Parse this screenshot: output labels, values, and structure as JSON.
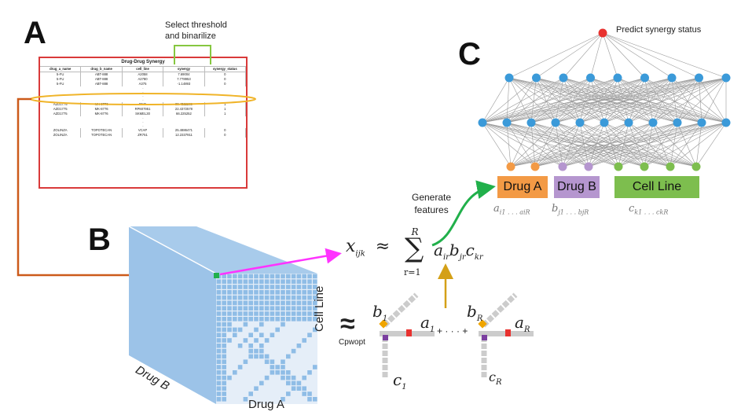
{
  "panels": {
    "a": "A",
    "b": "B",
    "c": "C"
  },
  "panel_a": {
    "note": [
      "Select threshold",
      "and binarilize"
    ],
    "table_title": "Drug-Drug Synergy",
    "columns": [
      "drug_a_name",
      "drug_b_name",
      "cell_line",
      "synergy",
      "synergy_status"
    ],
    "rows_top": [
      [
        "5-FU",
        "ABT-888",
        "A2058",
        "7.69004",
        "0"
      ],
      [
        "5-FU",
        "ABT-888",
        "A2780",
        "7.778953",
        "0"
      ],
      [
        "5-FU",
        "ABT-888",
        "A375",
        "-1.14893",
        "0"
      ]
    ],
    "rows_mid": [
      [
        "AZD1775",
        "MK-8776",
        "RKO",
        "30.4522269",
        "1"
      ],
      [
        "AZD1775",
        "MK-8776",
        "RPMI7951",
        "22.4372578",
        "1"
      ],
      [
        "AZD1775",
        "MK-8776",
        "SKMEL30",
        "66.225252",
        "1"
      ]
    ],
    "rows_bottom": [
      [
        "ZOLINZA",
        "TOPOTECAN",
        "VCAP",
        "25.4886471",
        "0"
      ],
      [
        "ZOLINZA",
        "TOPOTECAN",
        "ZR751",
        "12.2337911",
        "0"
      ]
    ],
    "ellipsis": "."
  },
  "panel_b": {
    "axis_cell_line": "Cell Line",
    "axis_drug_a": "Drug A",
    "axis_drug_b": "Drug B",
    "approx_label": "Cpwopt",
    "approx_symbol": "≈",
    "plus_dots": "+ · · · +",
    "vec_b1": "b",
    "vec_b1_sub": "1",
    "vec_a1": "a",
    "vec_a1_sub": "1",
    "vec_c1": "c",
    "vec_c1_sub": "1",
    "vec_bR": "b",
    "vec_bR_sub": "R",
    "vec_aR": "a",
    "vec_aR_sub": "R",
    "vec_cR": "c",
    "vec_cR_sub": "R"
  },
  "equation": {
    "lhs": "x",
    "lhs_sub": "ijk",
    "approx": "≈",
    "sum": "∑",
    "upper": "R",
    "lower": "r=1",
    "term_a": "a",
    "term_a_sub": "ir",
    "term_b": "b",
    "term_b_sub": "jr",
    "term_c": "c",
    "term_c_sub": "kr"
  },
  "generate": [
    "Generate",
    "features"
  ],
  "panel_c": {
    "output_label": "Predict synergy status",
    "boxes": [
      {
        "label": "Drug A",
        "color": "#f39a45",
        "features": "a",
        "features_sub": "i1 . . . a",
        "features_sub2": "iR"
      },
      {
        "label": "Drug B",
        "color": "#b596cf",
        "features": "b",
        "features_sub": "j1 . . . b",
        "features_sub2": "jR"
      },
      {
        "label": "Cell Line",
        "color": "#7dbe4e",
        "features": "c",
        "features_sub": "k1 . . . c",
        "features_sub2": "kR"
      }
    ],
    "colors": {
      "hidden": "#3b9ad9",
      "output": "#e8322f",
      "arrow_green": "#21b04b"
    }
  },
  "arrow_colors": {
    "orange": "#cc5a1a",
    "magenta": "#ff33ff",
    "gold": "#d4a017",
    "table_border": "#d93a3a",
    "note_bracket": "#86c740"
  }
}
